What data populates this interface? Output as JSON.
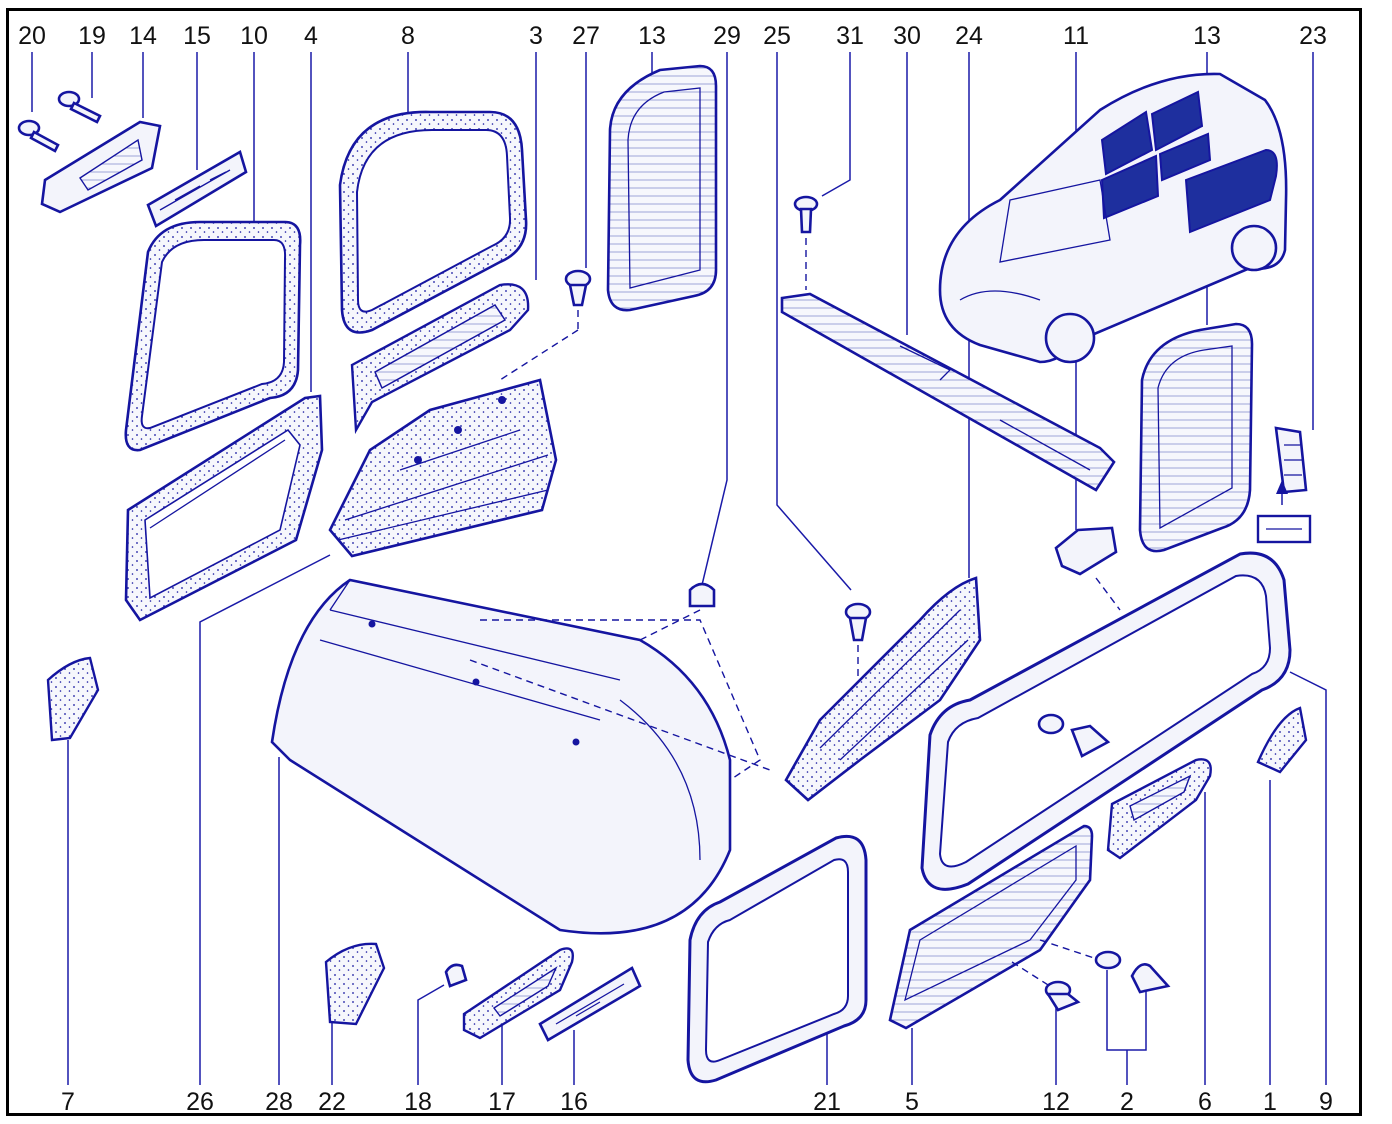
{
  "diagram": {
    "colors": {
      "line": "#1515a0",
      "fill": "#f3f4fb",
      "glass": "#1e2f9e",
      "text": "#111111"
    },
    "callouts_top": [
      "20",
      "19",
      "14",
      "15",
      "10",
      "4",
      "8",
      "3",
      "27",
      "13",
      "29",
      "25",
      "31",
      "30",
      "24",
      "11",
      "13",
      "23"
    ],
    "callouts_bottom": [
      "7",
      "26",
      "28",
      "22",
      "18",
      "17",
      "16",
      "21",
      "5",
      "12",
      "2",
      "6",
      "1",
      "9"
    ]
  }
}
